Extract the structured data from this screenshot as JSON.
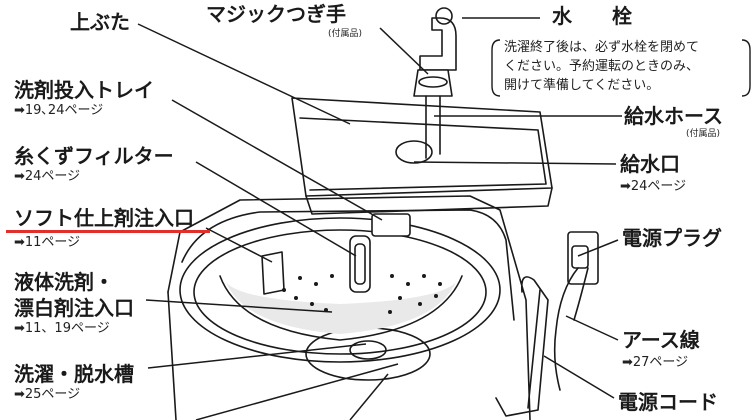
{
  "labels": {
    "lid": "上ぶた",
    "magic_joint": "マジックつぎ手",
    "magic_joint_note": "(付属品)",
    "faucet": "水　　栓",
    "faucet_note_lines": [
      "洗濯終了後は、必ず水栓を閉めて",
      "ください。予約運転のときのみ、",
      "開けて準備してください。"
    ],
    "detergent_tray": "洗剤投入トレイ",
    "detergent_tray_ref": "➡19､24ページ",
    "lint_filter": "糸くずフィルター",
    "lint_filter_ref": "➡24ページ",
    "softener_inlet": "ソフト仕上剤注入口",
    "softener_inlet_ref": "➡11ページ",
    "liquid_detergent_1": "液体洗剤・",
    "liquid_detergent_2": "漂白剤注入口",
    "liquid_detergent_ref": "➡11、19ページ",
    "wash_tub": "洗濯・脱水槽",
    "wash_tub_ref": "➡25ページ",
    "supply_hose": "給水ホース",
    "supply_hose_note": "(付属品)",
    "water_inlet": "給水口",
    "water_inlet_ref": "➡24ページ",
    "power_plug": "電源プラグ",
    "ground_wire": "アース線",
    "ground_wire_ref": "➡27ページ",
    "power_cord": "電源コード"
  },
  "colors": {
    "ink": "#1a1a1a",
    "highlight": "#e0302c",
    "gray": "#e9e9e9"
  }
}
